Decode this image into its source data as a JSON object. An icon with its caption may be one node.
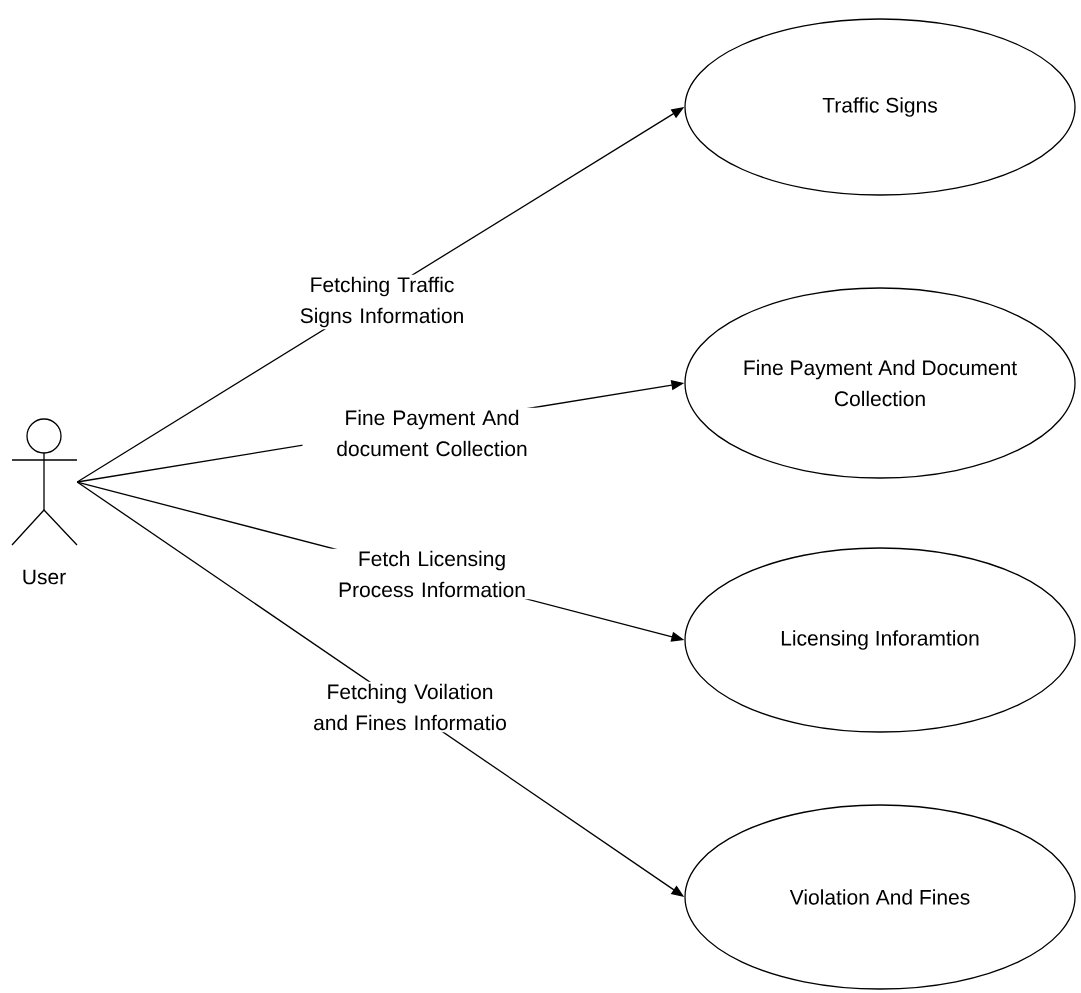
{
  "diagram": {
    "nodes": [
      {
        "text": [
          "User"
        ]
      },
      {
        "text": [
          "Traffic Signs"
        ]
      },
      {
        "text": [
          "Fine Payment And Document Collection"
        ]
      },
      {
        "text": [
          "Licensing Inforamtion"
        ]
      },
      {
        "text": [
          "Violation And Fines"
        ]
      }
    ],
    "edges": [
      {
        "from": 0,
        "to": 1,
        "arrow": "to",
        "label": "Fetching Traffic Signs Information"
      },
      {
        "from": 0,
        "to": 2,
        "arrow": "to",
        "label": "Fine Payment And document Collection"
      },
      {
        "from": 0,
        "to": 3,
        "arrow": "to",
        "label": "Fetch Licensing Process Information"
      },
      {
        "from": 0,
        "to": 4,
        "arrow": "to",
        "label": "Fetching Voilation and Fines Informatio"
      }
    ]
  }
}
